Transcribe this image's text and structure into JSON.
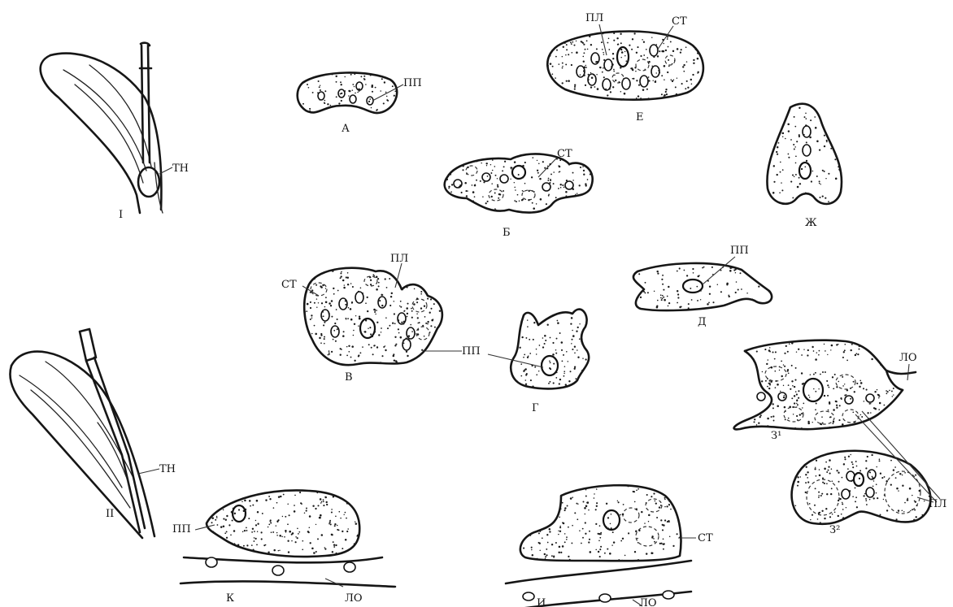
{
  "labels": {
    "stage_I": "I",
    "stage_II": "II",
    "tn_1": "ТН",
    "tn_2": "ТН",
    "A": "А",
    "B": "Б",
    "V": "В",
    "G": "Г",
    "D": "Д",
    "E": "Е",
    "Zh": "Ж",
    "Z1": "З¹",
    "Z2": "З²",
    "I_letter": "И",
    "K": "К",
    "pp_A": "ПП",
    "pl_E": "ПЛ",
    "st_E": "СТ",
    "st_B": "СТ",
    "st_V": "СТ",
    "pl_V": "ПЛ",
    "pp_VG": "ПП",
    "pp_D": "ПП",
    "lo_Z1": "ЛО",
    "pl_Z": "ПЛ",
    "st_I": "СТ",
    "lo_I": "ЛО",
    "pp_K": "ПП",
    "lo_K": "ЛО"
  }
}
